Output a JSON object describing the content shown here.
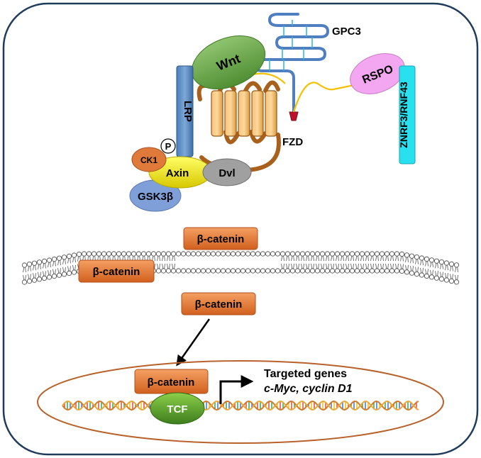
{
  "labels": {
    "gpc3": "GPC3",
    "wnt": "Wnt",
    "rspo": "RSPO",
    "lrp": "LRP",
    "fzd": "FZD",
    "znrf3": "ZNRF3/RNF43",
    "p": "P",
    "ck1": "CK1",
    "axin": "Axin",
    "dvl": "Dvl",
    "gsk3b": "GSK3β",
    "beta_catenin": "β-catenin",
    "tcf": "TCF",
    "targeted_genes": "Targeted genes",
    "target_examples": "c-Myc, cyclin D1"
  },
  "colors": {
    "cell_border": "#1f3c5c",
    "nucleus_border": "#b8612a",
    "wnt": "#6aa84f",
    "rspo": "#f3a7f0",
    "lrp": "#5b8fc7",
    "fzd": "#f0a848",
    "fzd_loop": "#a8601c",
    "znrf3": "#29e0ee",
    "ck1": "#e07a3a",
    "axin": "#e8e000",
    "dvl": "#a0a0a0",
    "gsk3b": "#7f9fd8",
    "beta_catenin": "#e07a30",
    "tcf": "#5aa02c",
    "gpc3": "#4f7fc0",
    "linker": "#f2c200",
    "anchor": "#c0102a"
  }
}
